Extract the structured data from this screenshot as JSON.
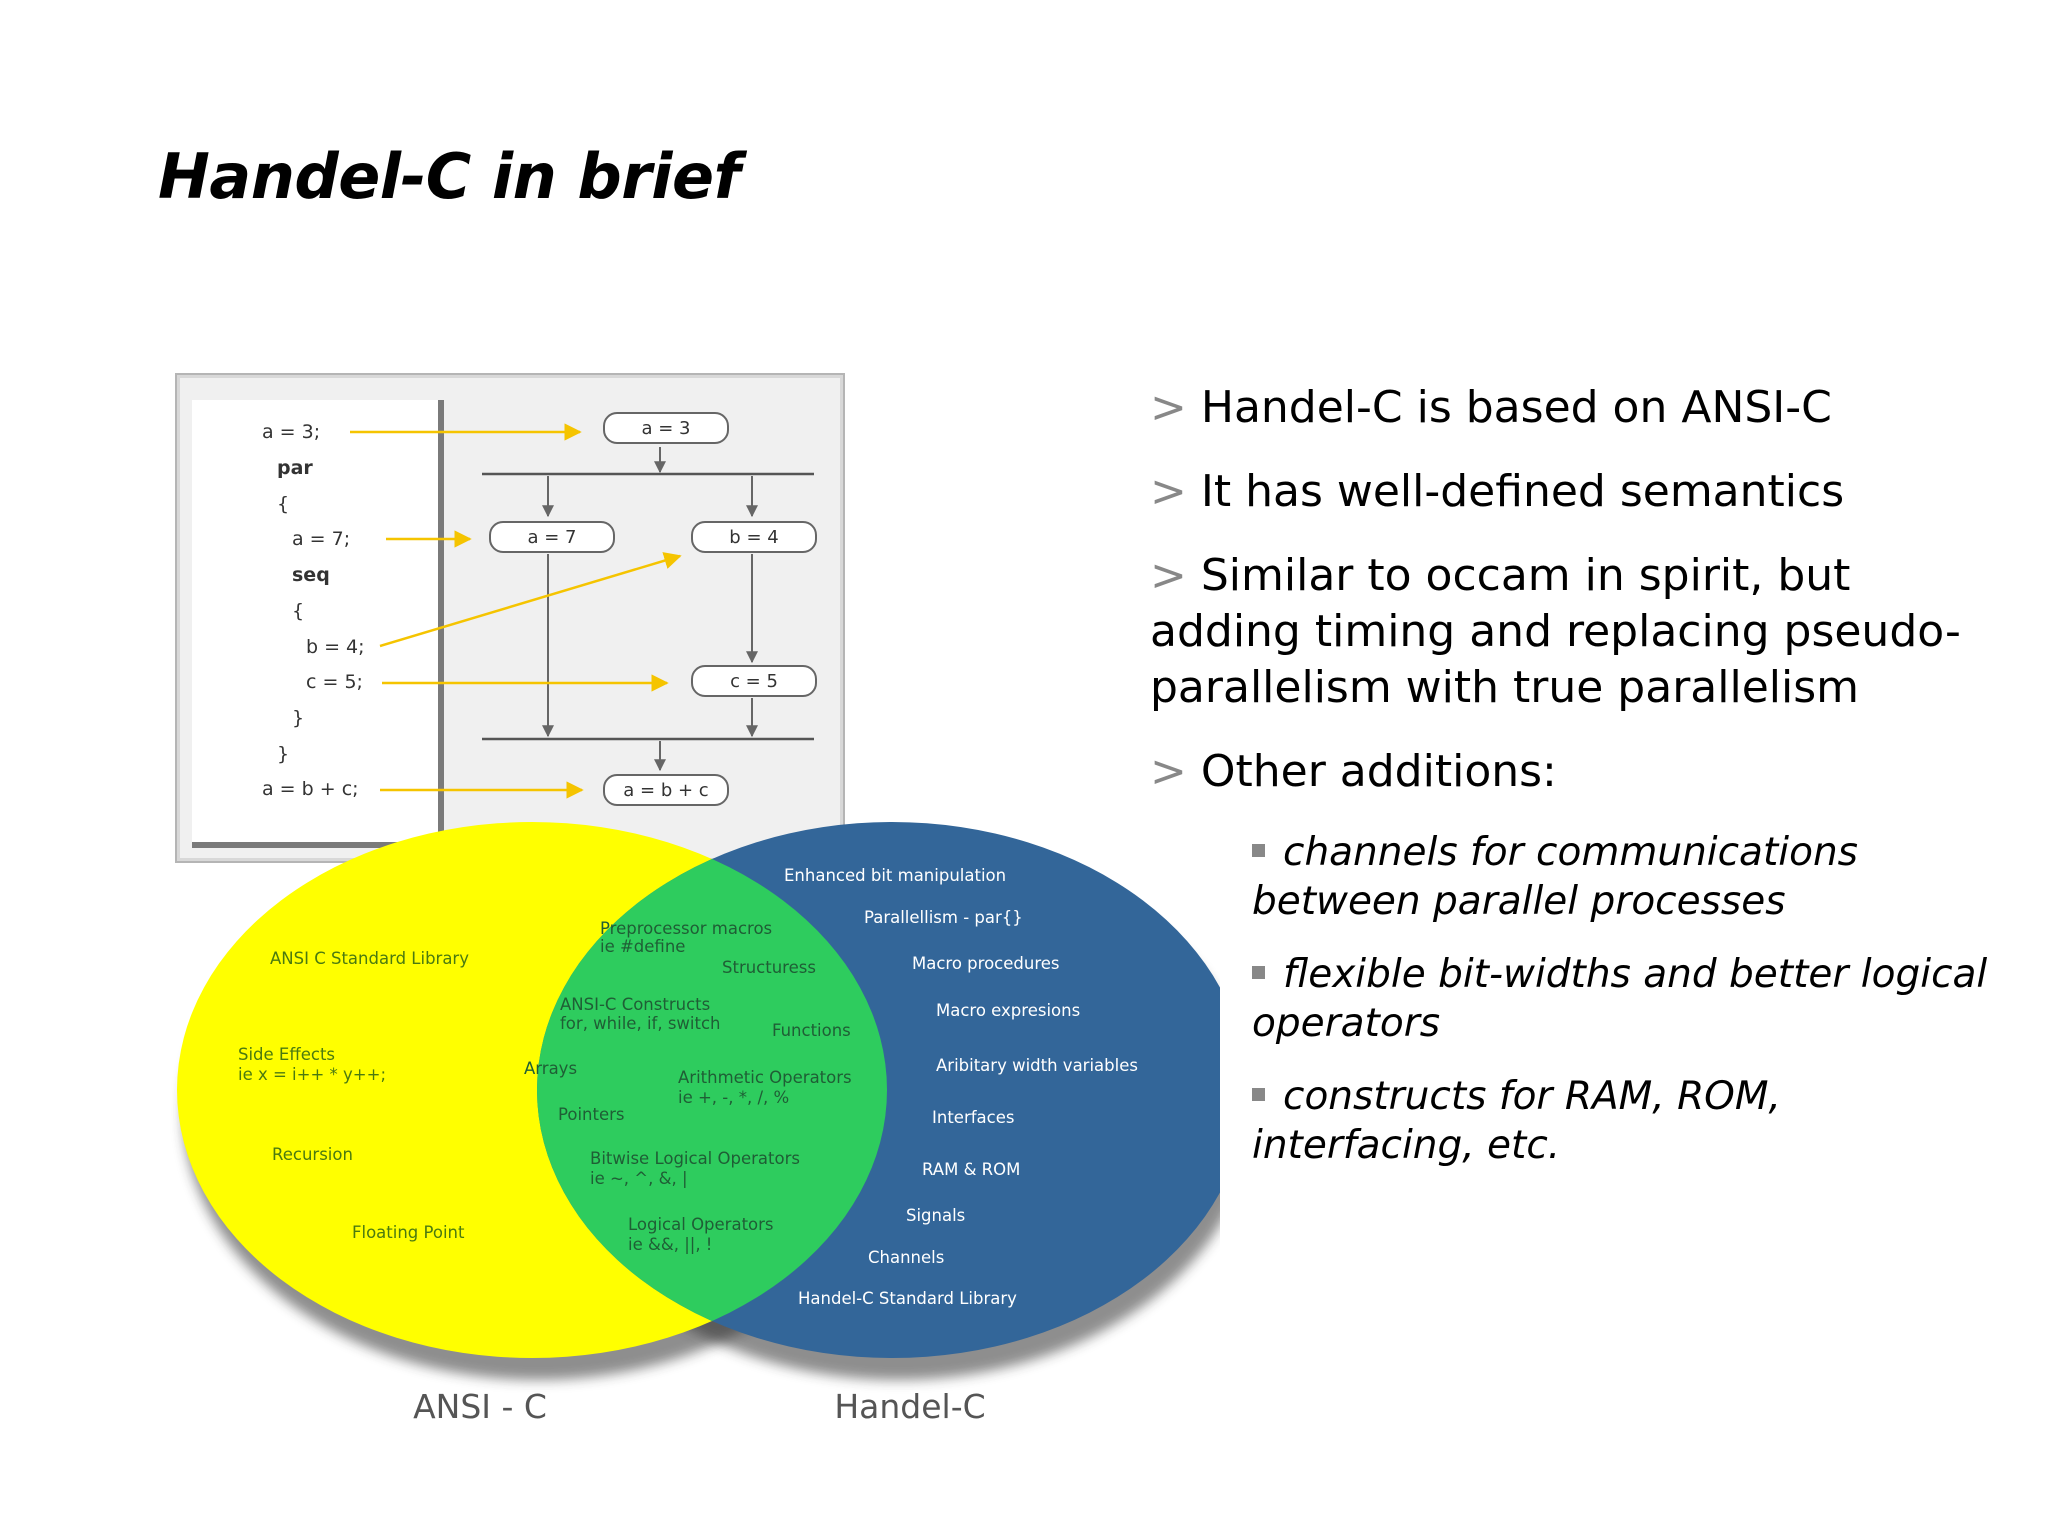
{
  "slide": {
    "title": "Handel-C in brief",
    "bullets": [
      "Handel-C is based on ANSI-C",
      "It has well-defined semantics",
      "Similar to occam in spirit, but adding timing and replacing pseudo-parallelism with true parallelism",
      "Other additions:"
    ],
    "bullet_mark": ">",
    "sub_bullets": [
      "channels for communications between parallel processes",
      "flexible bit-widths and better logical operators",
      "constructs for RAM, ROM, interfacing, etc."
    ]
  },
  "code_panel": {
    "lines": [
      "a = 3;",
      "par",
      "{",
      "a = 7;",
      "seq",
      "{",
      "b = 4;",
      "c = 5;",
      "}",
      "}",
      "a = b + c;"
    ]
  },
  "flow": {
    "nodes": [
      "a = 3",
      "a = 7",
      "b = 4",
      "c = 5",
      "a = b + c"
    ]
  },
  "venn": {
    "left_label": "ANSI - C",
    "right_label": "Handel-C",
    "left_only": [
      "ANSI C Standard Library",
      "Side Effects",
      "ie x = i++ * y++;",
      "Recursion",
      "Floating Point"
    ],
    "overlap": [
      "Preprocessor macros",
      "ie #define",
      "Structuress",
      "ANSI-C Constructs",
      "for, while, if, switch",
      "Functions",
      "Arrays",
      "Arithmetic Operators",
      "ie +, -, *, /, %",
      "Pointers",
      "Bitwise Logical Operators",
      "ie ~, ^, &, |",
      "Logical Operators",
      "ie &&, ||, !"
    ],
    "right_only": [
      "Enhanced bit manipulation",
      "Parallellism - par{}",
      "Macro procedures",
      "Macro expresions",
      "Aribitary width variables",
      "Interfaces",
      "RAM & ROM",
      "Signals",
      "Channels",
      "Handel-C Standard Library"
    ]
  },
  "colors": {
    "yellow": "#ffff00",
    "green": "#2ecc5e",
    "blue": "#336699",
    "arrow": "#f5c400",
    "bullet_mark": "#888888"
  }
}
